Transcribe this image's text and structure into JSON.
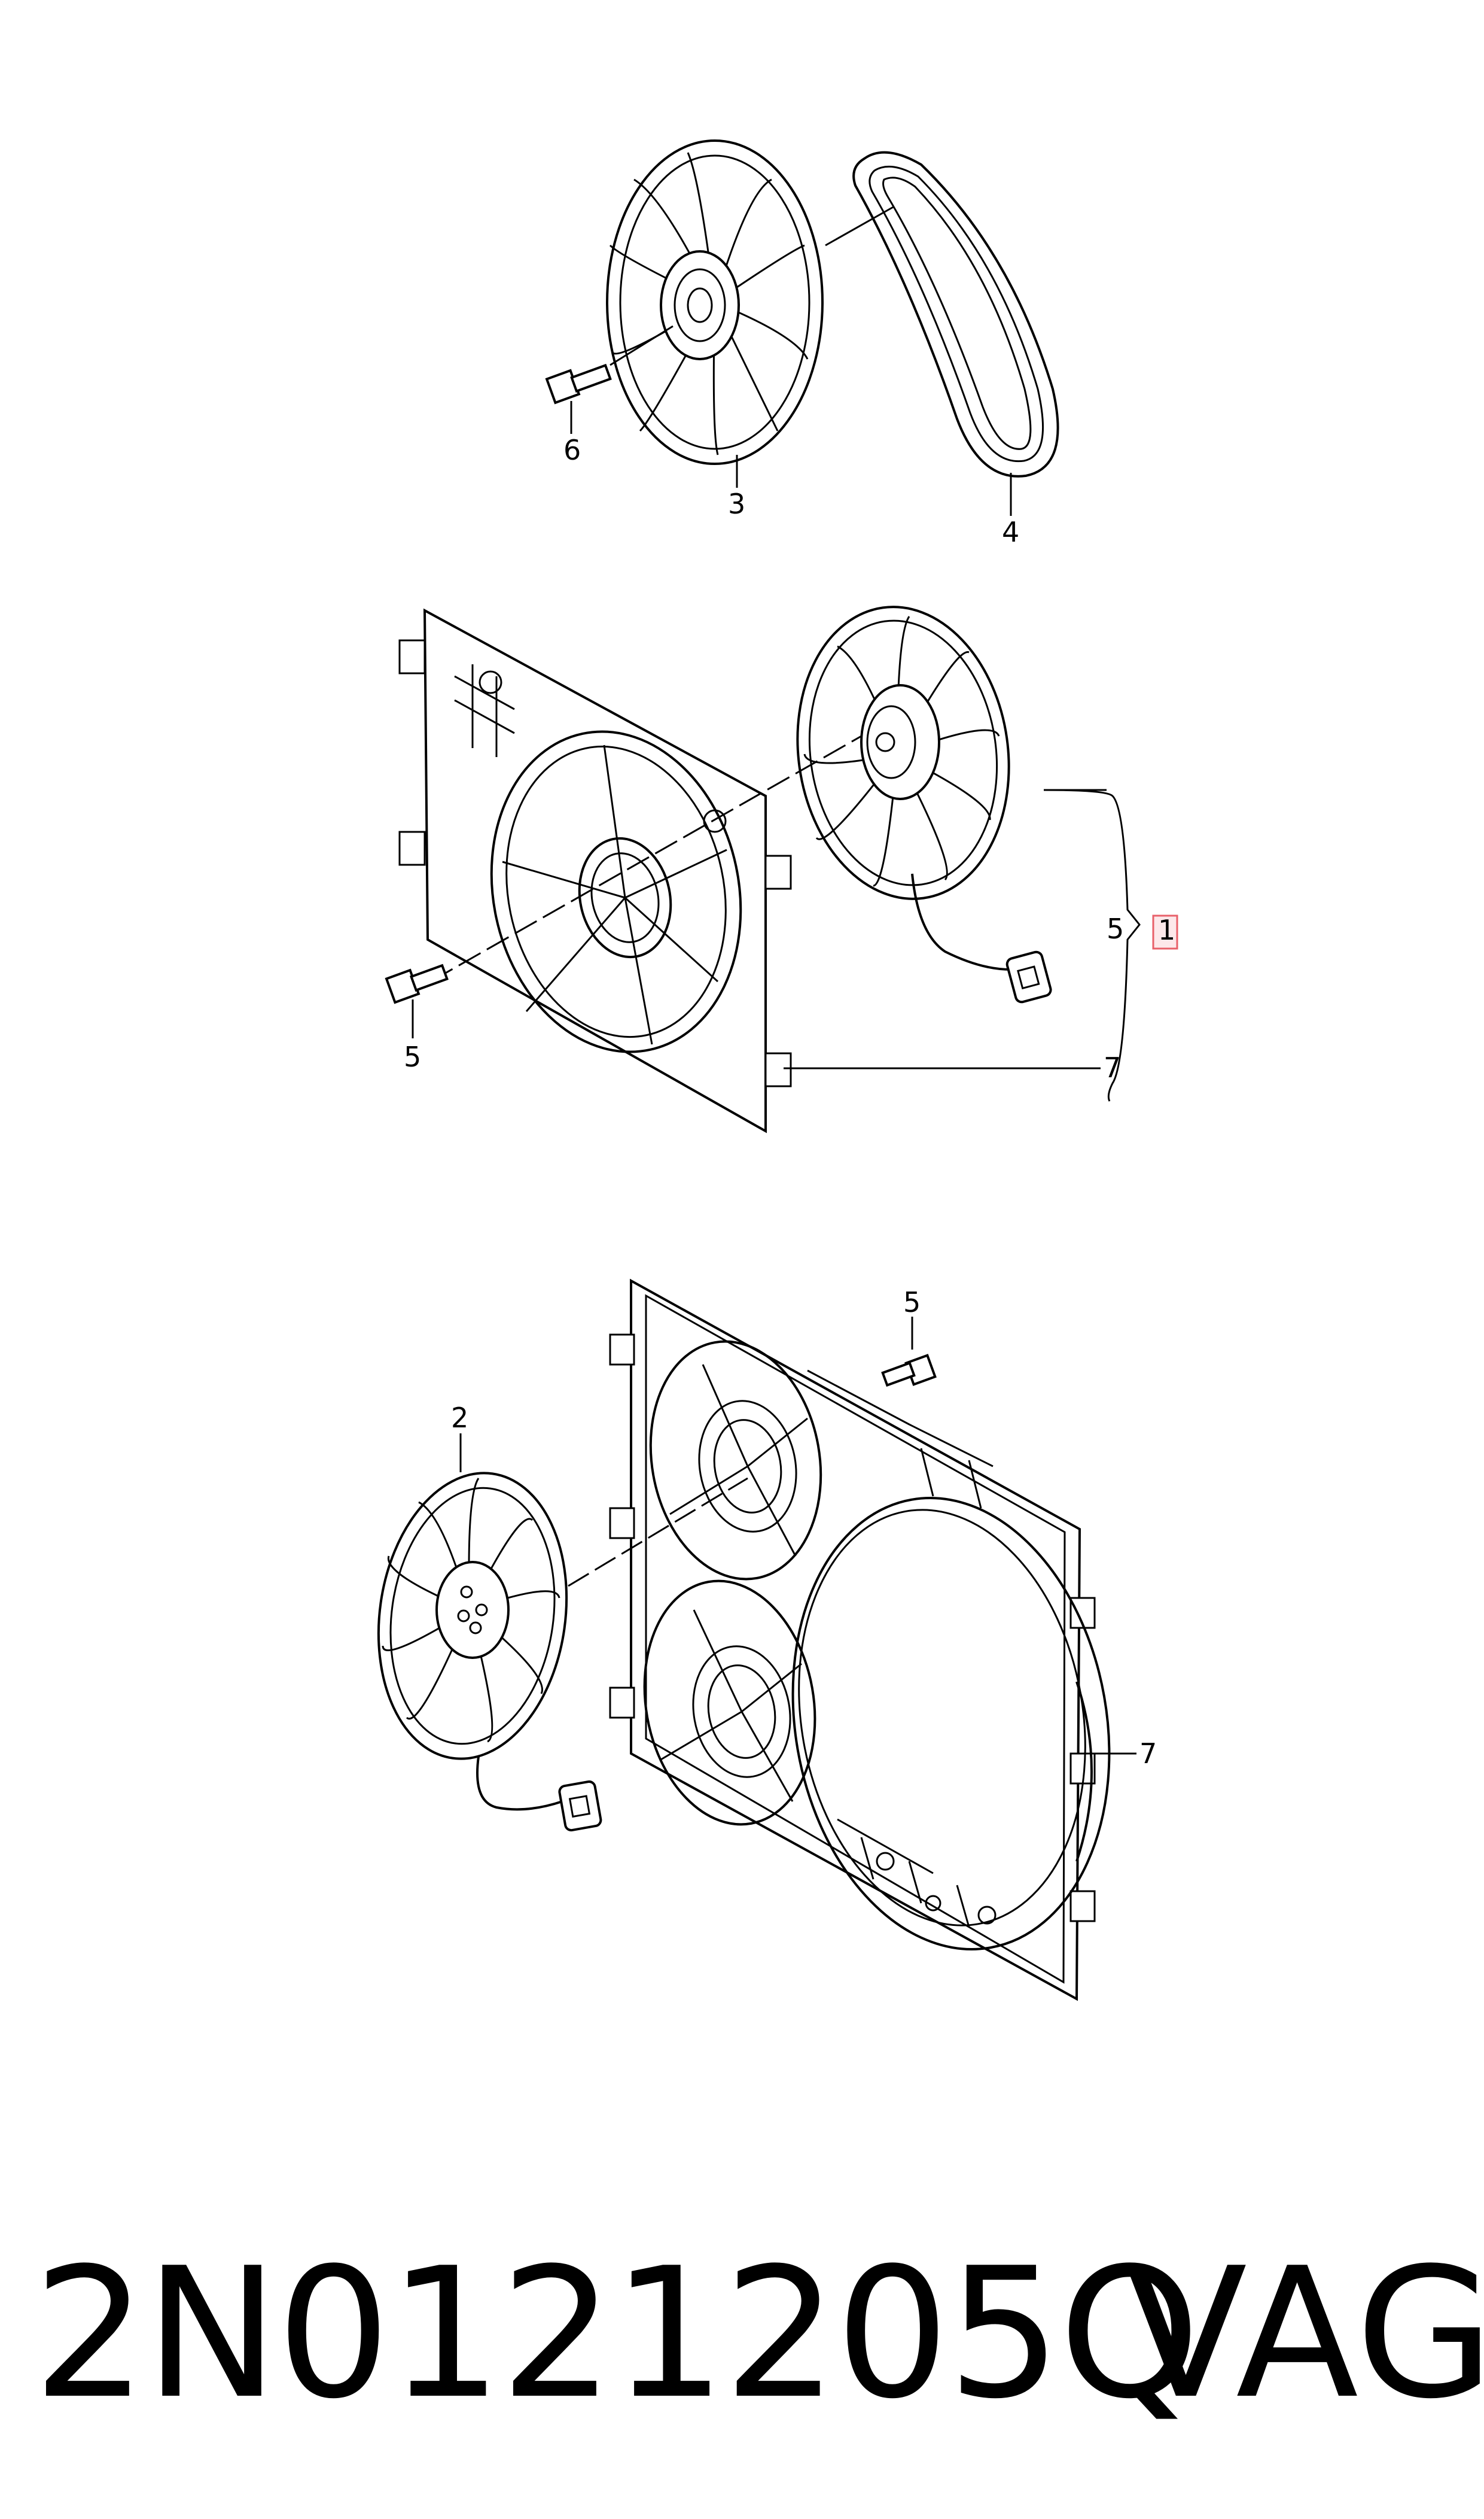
{
  "diagram": {
    "callouts": {
      "c6": "6",
      "c3": "3",
      "c4": "4",
      "c5a": "5",
      "c5b": "5",
      "c1": "1",
      "c7a": "7",
      "c2": "2",
      "c5c": "5",
      "c7b": "7"
    },
    "highlight_color": "#e8606a"
  },
  "footer": {
    "part_number": "2N0121205Q",
    "brand": "VAG"
  }
}
